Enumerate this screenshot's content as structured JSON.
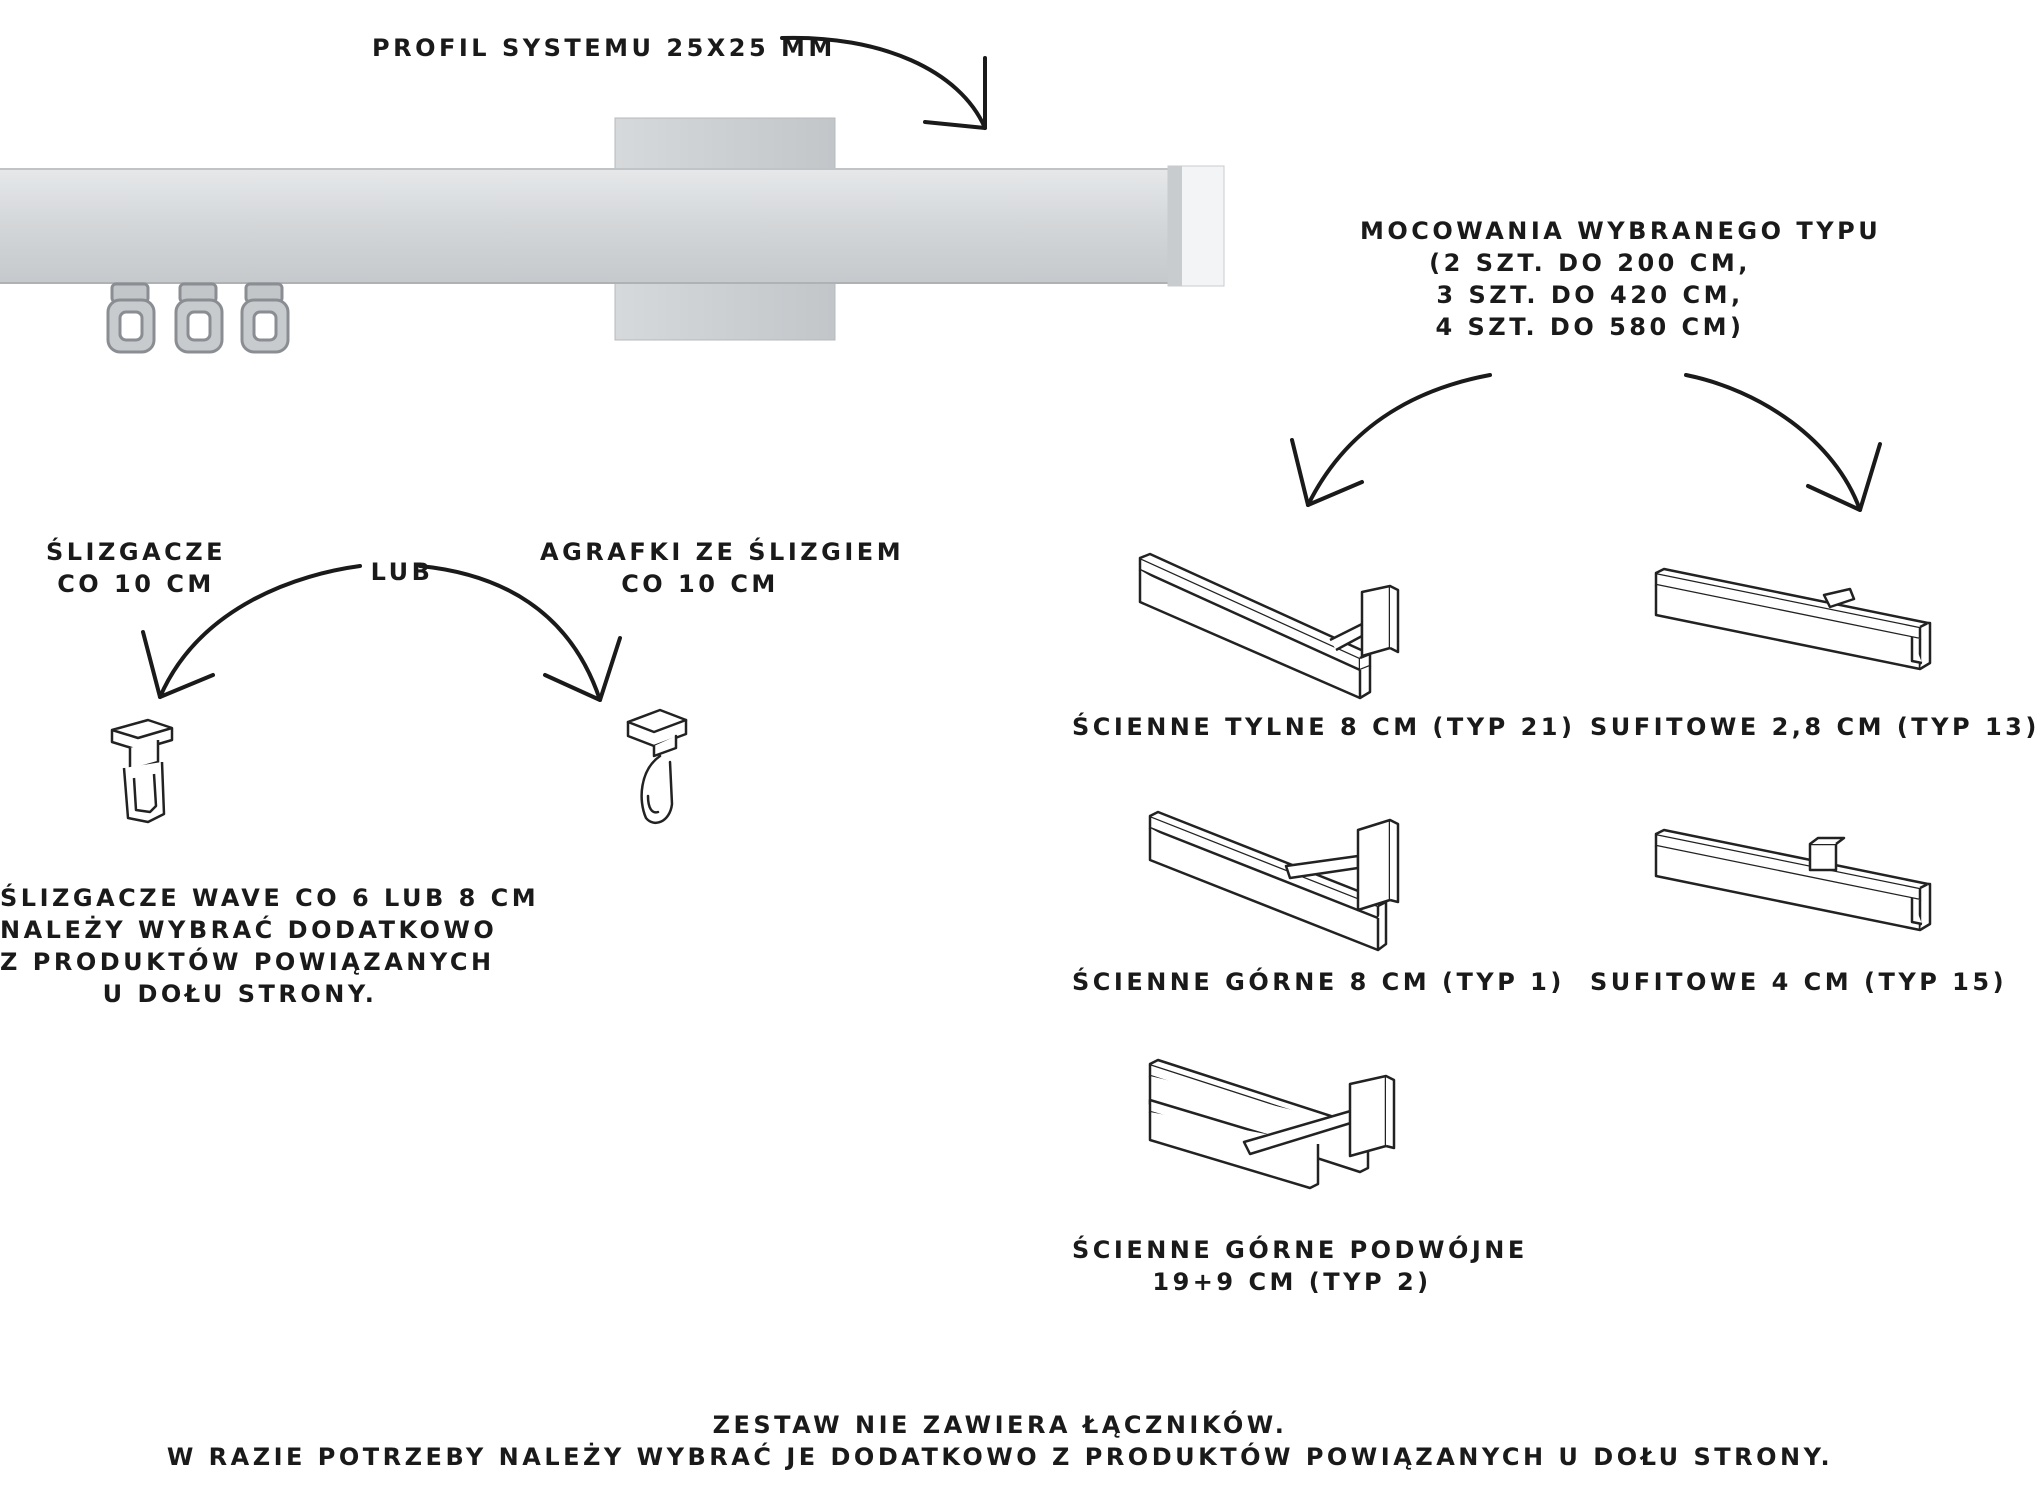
{
  "profile_label": "PROFIL SYSTEMU 25X25 MM",
  "mounting_heading": {
    "line1": "MOCOWANIA WYBRANEGO TYPU",
    "line2": "(2 SZT. DO 200 CM,",
    "line3": "3 SZT. DO 420 CM,",
    "line4": "4 SZT. DO 580 CM)"
  },
  "gliders": {
    "option_a": {
      "line1": "ŚLIZGACZE",
      "line2": "CO 10 CM"
    },
    "or_label": "LUB",
    "option_b": {
      "line1": "AGRAFKI ZE ŚLIZGIEM",
      "line2": "CO 10 CM"
    },
    "wave_note": {
      "line1": "ŚLIZGACZE WAVE CO 6 LUB 8 CM",
      "line2": "NALEŻY WYBRAĆ DODATKOWO",
      "line3": "Z PRODUKTÓW POWIĄZANYCH",
      "line4": "U DOŁU STRONY."
    }
  },
  "brackets": [
    {
      "line1": "ŚCIENNE TYLNE 8 CM (TYP 21)"
    },
    {
      "line1": "SUFITOWE 2,8 CM (TYP 13)"
    },
    {
      "line1": "ŚCIENNE GÓRNE 8 CM (TYP 1)"
    },
    {
      "line1": "SUFITOWE 4 CM (TYP 15)"
    },
    {
      "line1": "ŚCIENNE GÓRNE PODWÓJNE",
      "line2": "19+9 CM (TYP 2)"
    }
  ],
  "footer": {
    "line1": "ZESTAW NIE ZAWIERA ŁĄCZNIKÓW.",
    "line2": "W RAZIE POTRZEBY NALEŻY WYBRAĆ JE DODATKOWO Z PRODUKTÓW POWIĄZANYCH U DOŁU STRONY."
  },
  "colors": {
    "ink": "#1a1a1a",
    "rail": "#d8dadc",
    "rail_shadow": "#b8bcbf",
    "bracket_plate": "#cfd2d4"
  }
}
